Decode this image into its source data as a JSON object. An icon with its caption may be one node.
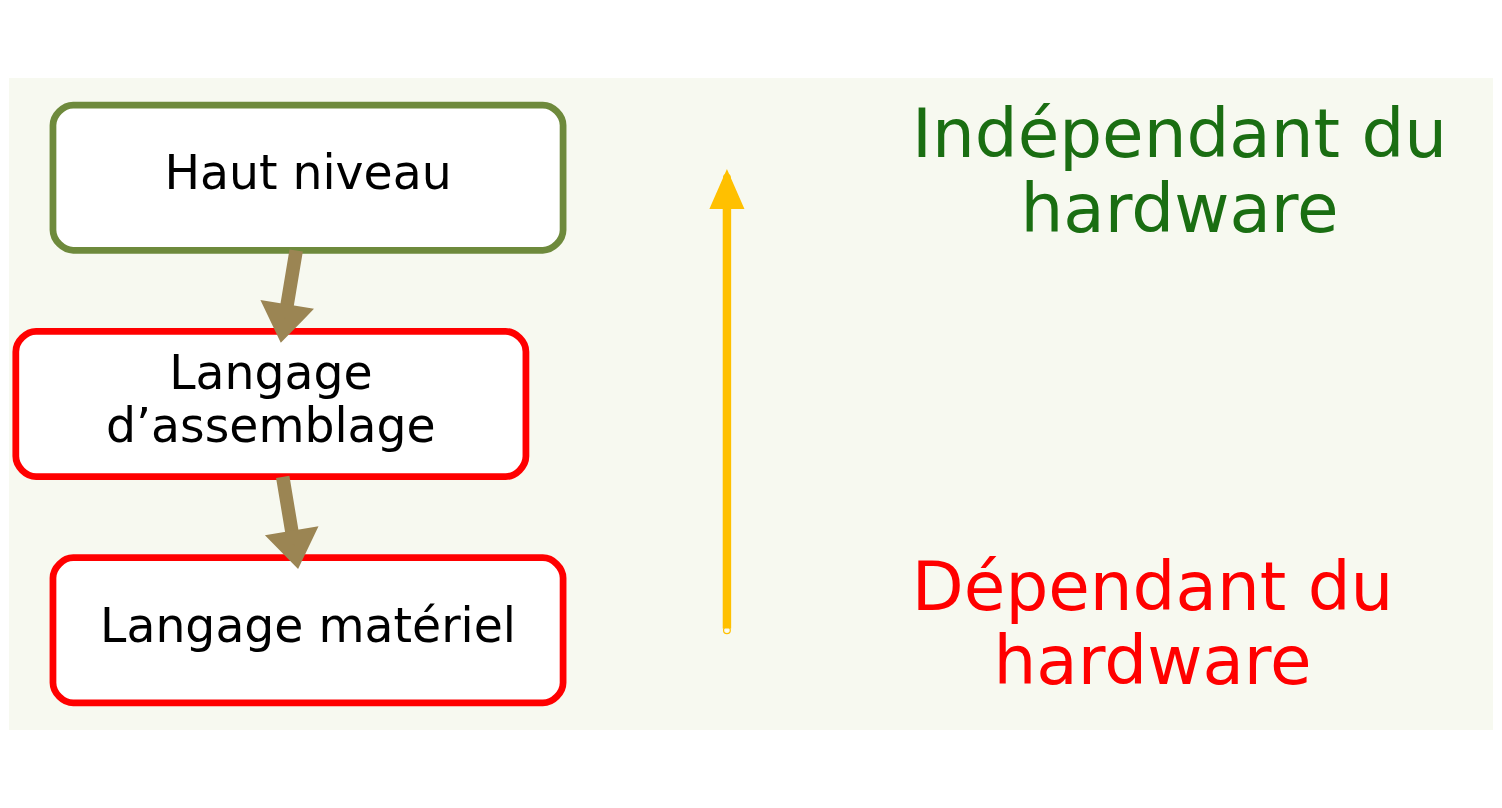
{
  "diagram": {
    "nodes": [
      {
        "text": [
          "Haut niveau"
        ]
      },
      {
        "text": [
          "Langage d’assemblage"
        ]
      },
      {
        "text": [
          "Langage matériel"
        ]
      }
    ],
    "edges": [
      {
        "from": 0,
        "to": 1,
        "arrow": "to"
      },
      {
        "from": 1,
        "to": 2,
        "arrow": "to"
      }
    ],
    "labels": [
      "Indépendant du hardware",
      "Dépendant du hardware"
    ]
  }
}
